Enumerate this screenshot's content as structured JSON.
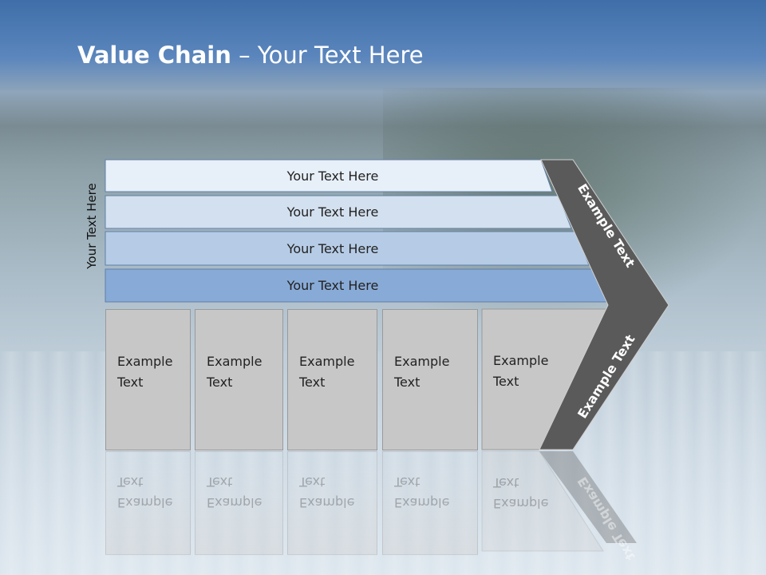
{
  "slide": {
    "title_bold": "Value Chain",
    "title_rest": " – Your Text Here",
    "side_label": "Your Text Here",
    "bars": [
      {
        "label": "Your Text Here",
        "color": "#e7eff8"
      },
      {
        "label": "Your Text Here",
        "color": "#d3e0ef"
      },
      {
        "label": "Your Text Here",
        "color": "#b6cce6"
      },
      {
        "label": "Your Text Here",
        "color": "#88aad6"
      }
    ],
    "boxes": [
      {
        "label": "Example\nText"
      },
      {
        "label": "Example\nText"
      },
      {
        "label": "Example\nText"
      },
      {
        "label": "Example\nText"
      },
      {
        "label": "Example\nText"
      }
    ],
    "chevron_top": "Example Text",
    "chevron_bottom": "Example Text",
    "colors": {
      "chevron": "#5a5a5a",
      "box": "#c7c7c7"
    }
  }
}
